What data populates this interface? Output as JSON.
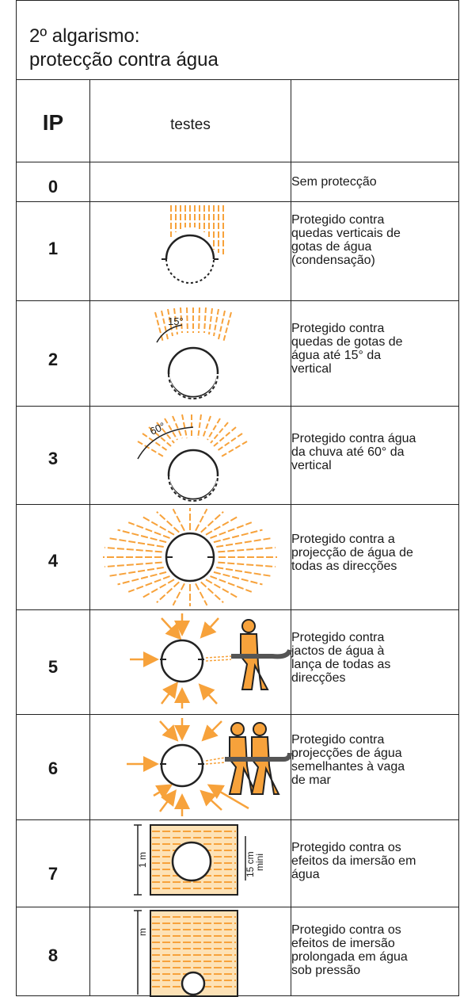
{
  "title": {
    "line1": "2º algarismo:",
    "line2": "protecção contra água"
  },
  "header": {
    "ip": "IP",
    "tests": "testes"
  },
  "rows": [
    {
      "ip": "0",
      "desc": "Sem protecção"
    },
    {
      "ip": "1",
      "desc": "Protegido contra\nquedas verticais de\ngotas de água\n(condensação)"
    },
    {
      "ip": "2",
      "desc": "Protegido contra\nquedas de gotas de\nágua até 15° da\nvertical"
    },
    {
      "ip": "3",
      "desc": "Protegido contra água\nda chuva até 60° da\nvertical"
    },
    {
      "ip": "4",
      "desc": "Protegido contra a\nprojecção de água de\ntodas as direcções"
    },
    {
      "ip": "5",
      "desc": "Protegido contra\njactos de água à\nlança de todas as\ndirecções"
    },
    {
      "ip": "6",
      "desc": "Protegido contra\nprojecções de água\nsemelhantes à vaga\nde mar"
    },
    {
      "ip": "7",
      "desc": "Protegido contra os\nefeitos da imersão em\nágua"
    },
    {
      "ip": "8",
      "desc": "Protegido contra os\nefeitos de imersão\nprolongada em água\nsob pressão"
    }
  ],
  "illustration_labels": {
    "angle_15": "15°",
    "angle_60": "60°",
    "depth_1m": "1 m",
    "depth_15cm": "15 cm",
    "depth_mini": "mini",
    "depth_8": "m"
  },
  "colors": {
    "water": "#f7a23b",
    "line": "#222222"
  }
}
